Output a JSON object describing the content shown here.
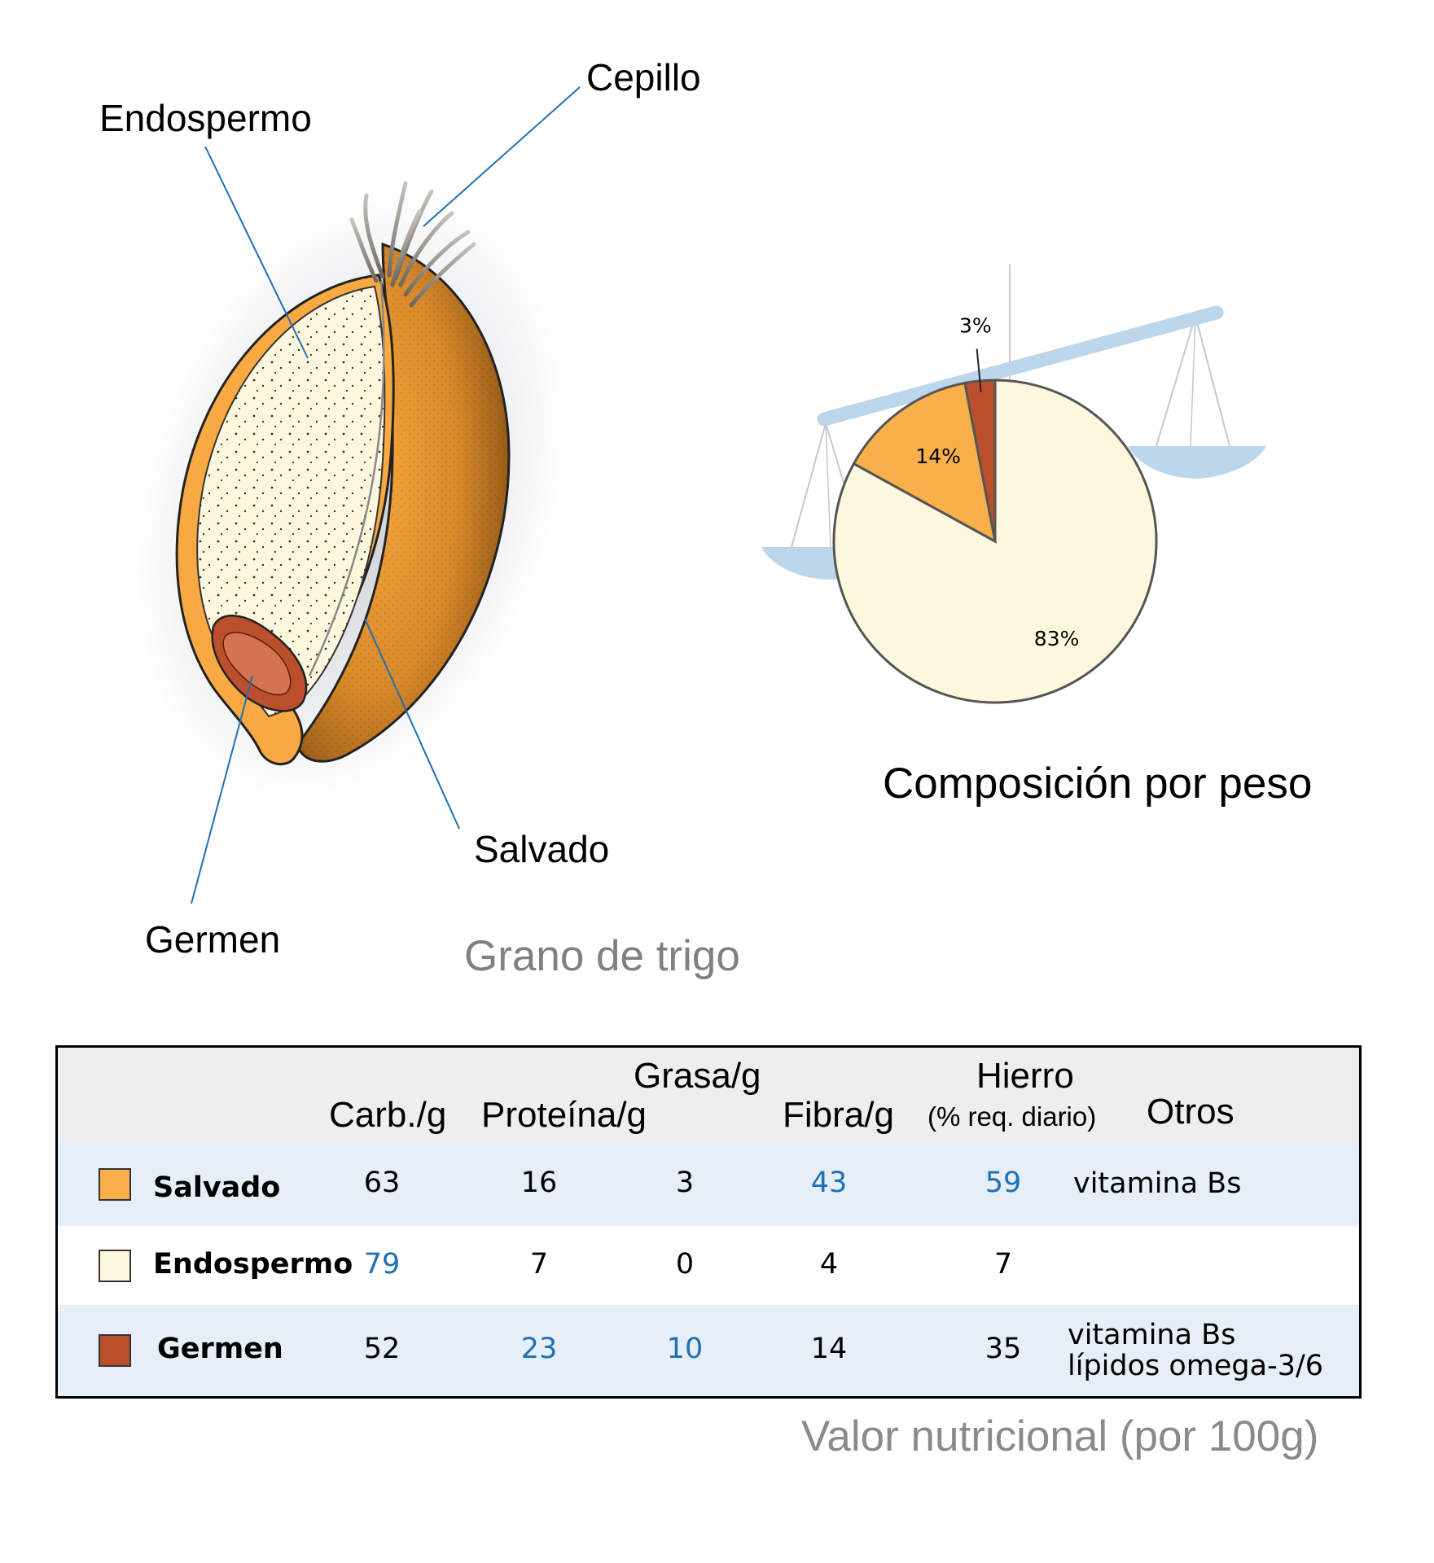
{
  "grain": {
    "labels": {
      "endosperm": "Endospermo",
      "brush": "Cepillo",
      "bran": "Salvado",
      "germ": "Germen"
    },
    "caption": "Grano de trigo"
  },
  "composition": {
    "title": "Composición por peso",
    "chart_data": {
      "type": "pie",
      "slices": [
        {
          "part": "Endospermo",
          "value": 83,
          "label": "83%",
          "color": "#fdf8dd"
        },
        {
          "part": "Salvado",
          "value": 14,
          "label": "14%",
          "color": "#f9b04a"
        },
        {
          "part": "Germen",
          "value": 3,
          "label": "3%",
          "color": "#bb4f2c"
        }
      ]
    }
  },
  "nutrition": {
    "caption": "Valor nutricional (por 100g)",
    "headers": {
      "carb": "Carb./g",
      "protein": "Proteína/g",
      "fat": "Grasa/g",
      "fiber": "Fibra/g",
      "iron": "Hierro",
      "iron_sub": "(% req. diario)",
      "other": "Otros"
    },
    "highlight_color": "#1f6fb5",
    "rows": [
      {
        "name": "Salvado",
        "swatch": "#f9b04a",
        "carb": "63",
        "protein": "16",
        "fat": "3",
        "fiber": "43",
        "iron": "59",
        "other1": "vitamina Bs",
        "other2": "",
        "highlight": [
          "fiber",
          "iron"
        ]
      },
      {
        "name": "Endospermo",
        "swatch": "#fdf8dd",
        "carb": "79",
        "protein": "7",
        "fat": "0",
        "fiber": "4",
        "iron": "7",
        "other1": "",
        "other2": "",
        "highlight": [
          "carb"
        ]
      },
      {
        "name": "Germen",
        "swatch": "#bb4f2c",
        "carb": "52",
        "protein": "23",
        "fat": "10",
        "fiber": "14",
        "iron": "35",
        "other1": "vitamina Bs",
        "other2": "lípidos omega-3/6",
        "highlight": [
          "protein",
          "fat"
        ]
      }
    ]
  }
}
